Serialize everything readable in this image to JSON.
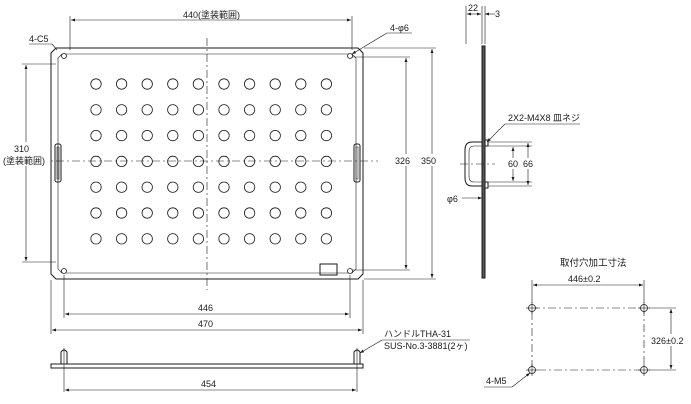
{
  "front_view": {
    "dim_coating_width": "440(塗装範囲)",
    "corner_label": "4-C5",
    "hole_label": "4-φ6",
    "dim_coating_height_value": "310",
    "dim_coating_height_note": "(塗装範囲)",
    "dim_326": "326",
    "dim_350": "350",
    "dim_446": "446",
    "dim_470": "470",
    "perforation_rows": 7,
    "perforation_cols": 10
  },
  "side_view": {
    "dim_22": "22",
    "dim_3": "3",
    "screw_label": "2X2-M4X8 皿ネジ",
    "dim_60": "60",
    "dim_66": "66",
    "dim_phi6": "φ6"
  },
  "bottom_view": {
    "handle_label_1": "ハンドルTHA-31",
    "handle_label_2": "SUS-No.3-3881(2ヶ)",
    "dim_454": "454"
  },
  "mounting_detail": {
    "title": "取付穴加工寸法",
    "dim_width": "446±0.2",
    "dim_height": "326±0.2",
    "hole_label": "4-M5"
  }
}
